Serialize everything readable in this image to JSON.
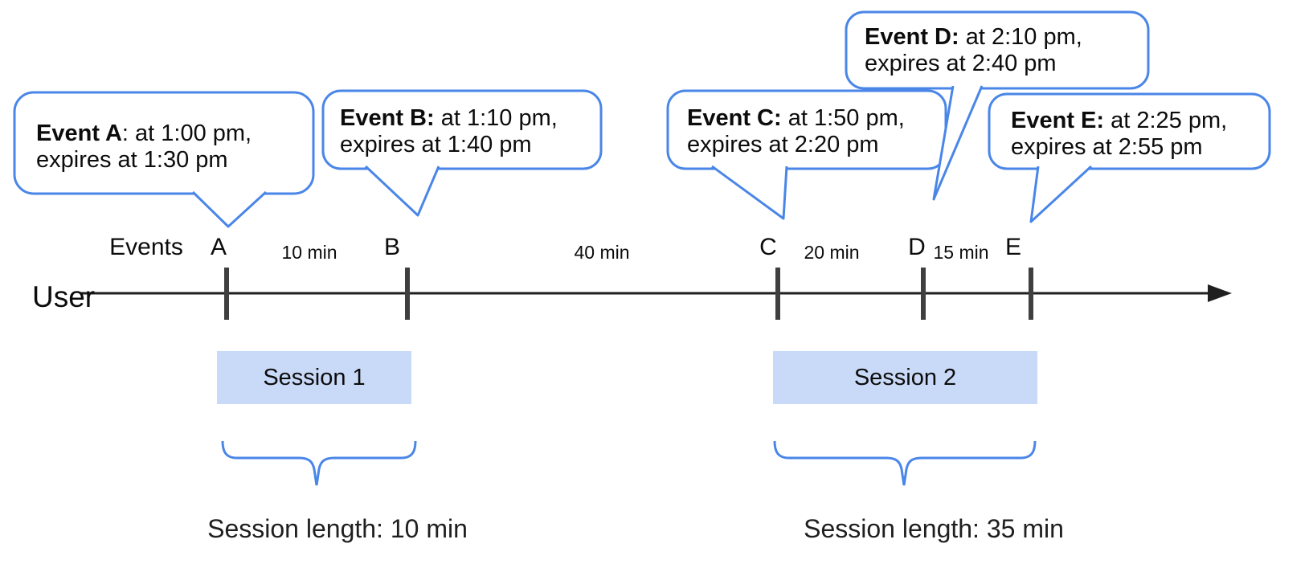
{
  "diagram": {
    "user_label": "User",
    "events_label": "Events",
    "accent_blue": "#4a86e8",
    "session_fill": "#c9daf8",
    "axis_color": "#1f1f1f",
    "tick_color": "#3f3f3f"
  },
  "bubbles": [
    {
      "id": "A",
      "bold": "Event A",
      "line1_rest": ": at 1:00 pm,",
      "line2": "expires at 1:30 pm"
    },
    {
      "id": "B",
      "bold": "Event B:",
      "line1_rest": " at 1:10 pm,",
      "line2": "expires at 1:40 pm"
    },
    {
      "id": "C",
      "bold": "Event C:",
      "line1_rest": " at 1:50 pm,",
      "line2": "expires at 2:20 pm"
    },
    {
      "id": "D",
      "bold": "Event D:",
      "line1_rest": " at 2:10 pm,",
      "line2": "expires at 2:40 pm"
    },
    {
      "id": "E",
      "bold": "Event E:",
      "line1_rest": " at 2:25 pm,",
      "line2": "expires at 2:55 pm"
    }
  ],
  "timeline": {
    "tick_labels": [
      "A",
      "B",
      "C",
      "D",
      "E"
    ],
    "intervals": [
      "10 min",
      "40 min",
      "20 min",
      "15 min"
    ]
  },
  "sessions": [
    {
      "label": "Session 1",
      "length_label": "Session length: 10 min"
    },
    {
      "label": "Session 2",
      "length_label": "Session length: 35 min"
    }
  ]
}
